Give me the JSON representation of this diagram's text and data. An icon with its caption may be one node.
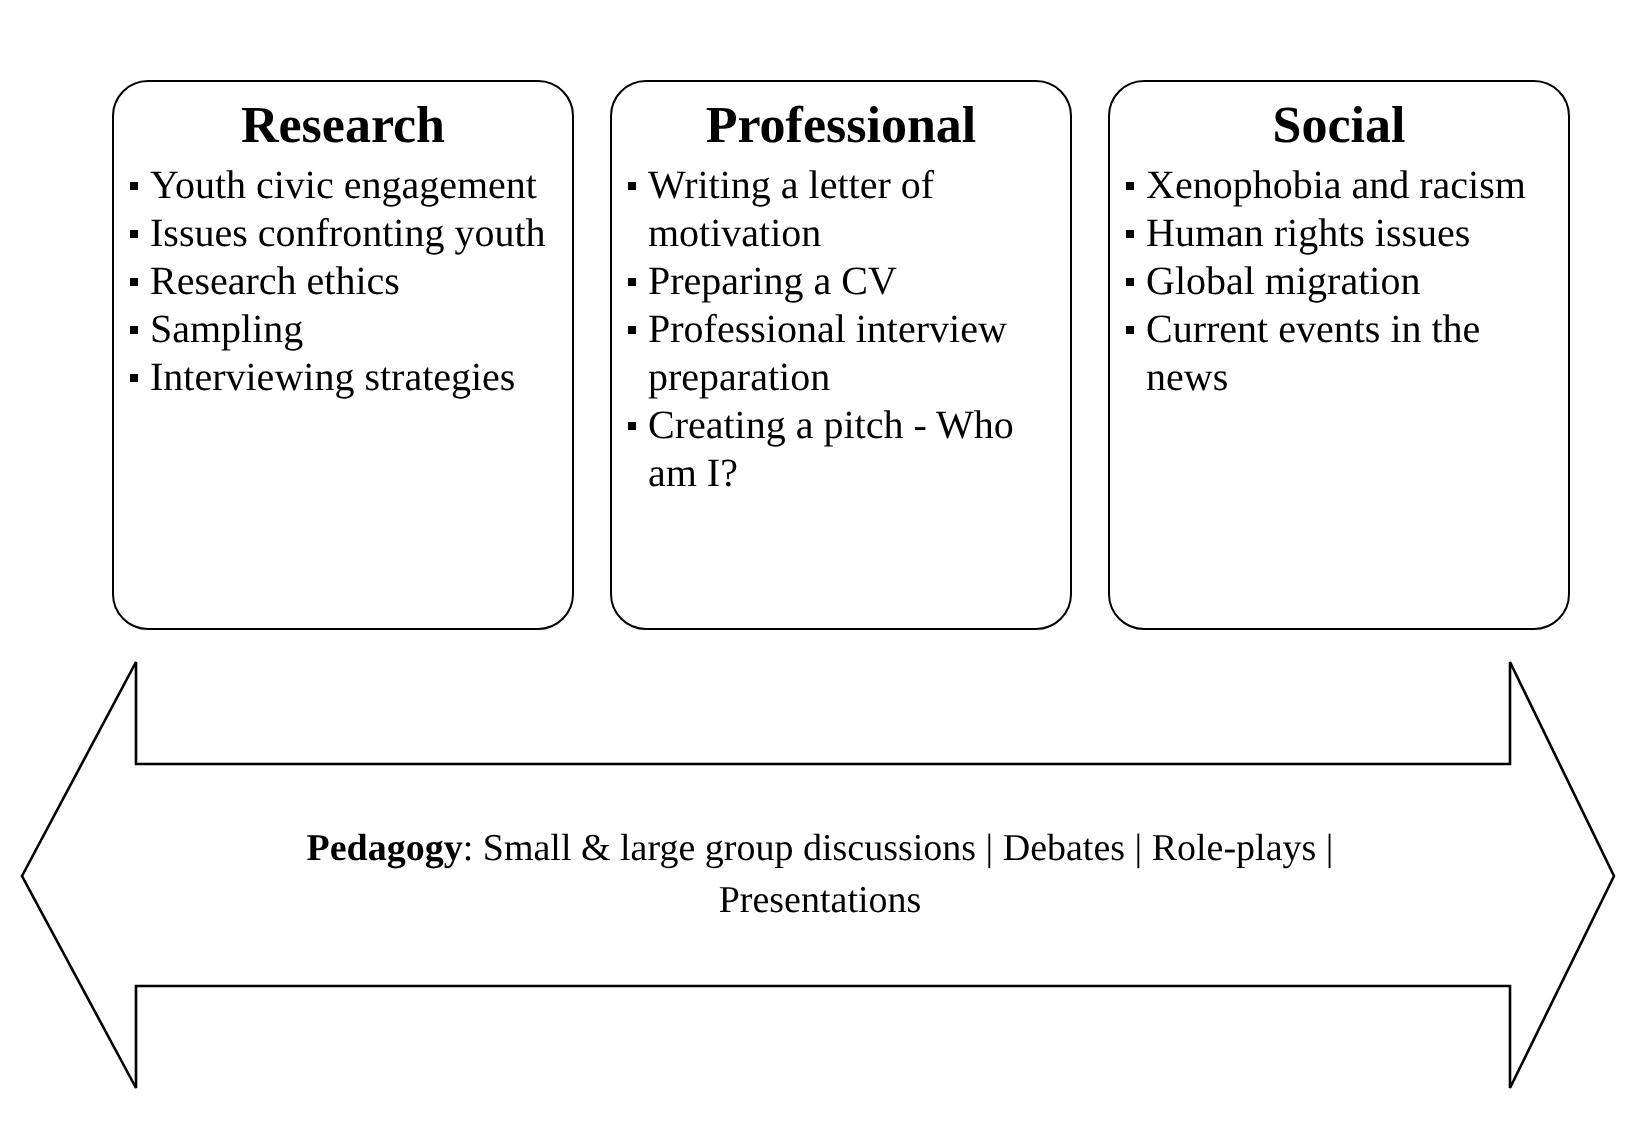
{
  "diagram": {
    "nodes": [
      {
        "text": [
          "Research",
          "Youth civic engagement",
          "Issues confronting youth",
          "Research ethics",
          "Sampling",
          "Interviewing strategies"
        ]
      },
      {
        "text": [
          "Professional",
          "Writing a letter of motivation",
          "Preparing a CV",
          "Professional interview preparation",
          "Creating a pitch - Who am I?"
        ]
      },
      {
        "text": [
          "Social",
          "Xenophobia and racism",
          "Human rights issues",
          "Global migration",
          "Current events in the news"
        ]
      },
      {
        "text": [
          "**Pedagogy**: Small & large group discussions | Debates | Role-plays | Presentations"
        ]
      }
    ]
  }
}
